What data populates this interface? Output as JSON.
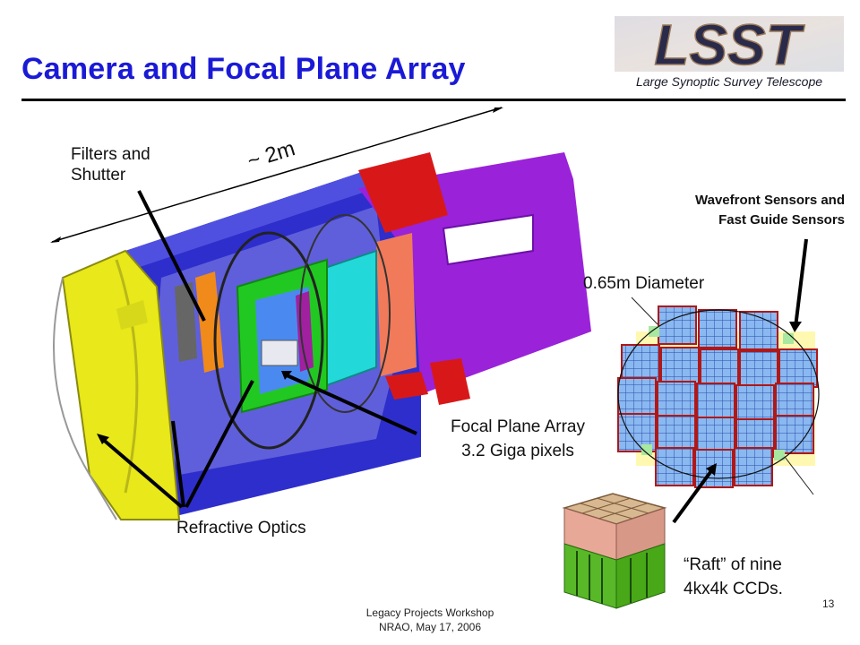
{
  "slide": {
    "title": "Camera and Focal Plane Array",
    "title_color": "#1a1ad6",
    "page_number": "13"
  },
  "logo": {
    "wordmark": "LSST",
    "tagline": "Large Synoptic Survey Telescope"
  },
  "labels": {
    "dimension": "~ 2m",
    "filters_line1": "Filters and",
    "filters_line2": "Shutter",
    "wavefront_line1": "Wavefront Sensors and",
    "wavefront_line2": "Fast Guide Sensors",
    "diameter": "0.65m Diameter",
    "fpa_line1": "Focal Plane Array",
    "fpa_line2": "3.2 Giga pixels",
    "refractive": "Refractive Optics",
    "raft_line1": "“Raft” of nine",
    "raft_line2": "4kx4k CCDs."
  },
  "footer": {
    "line1": "Legacy Projects Workshop",
    "line2": "NRAO, May 17, 2006"
  }
}
